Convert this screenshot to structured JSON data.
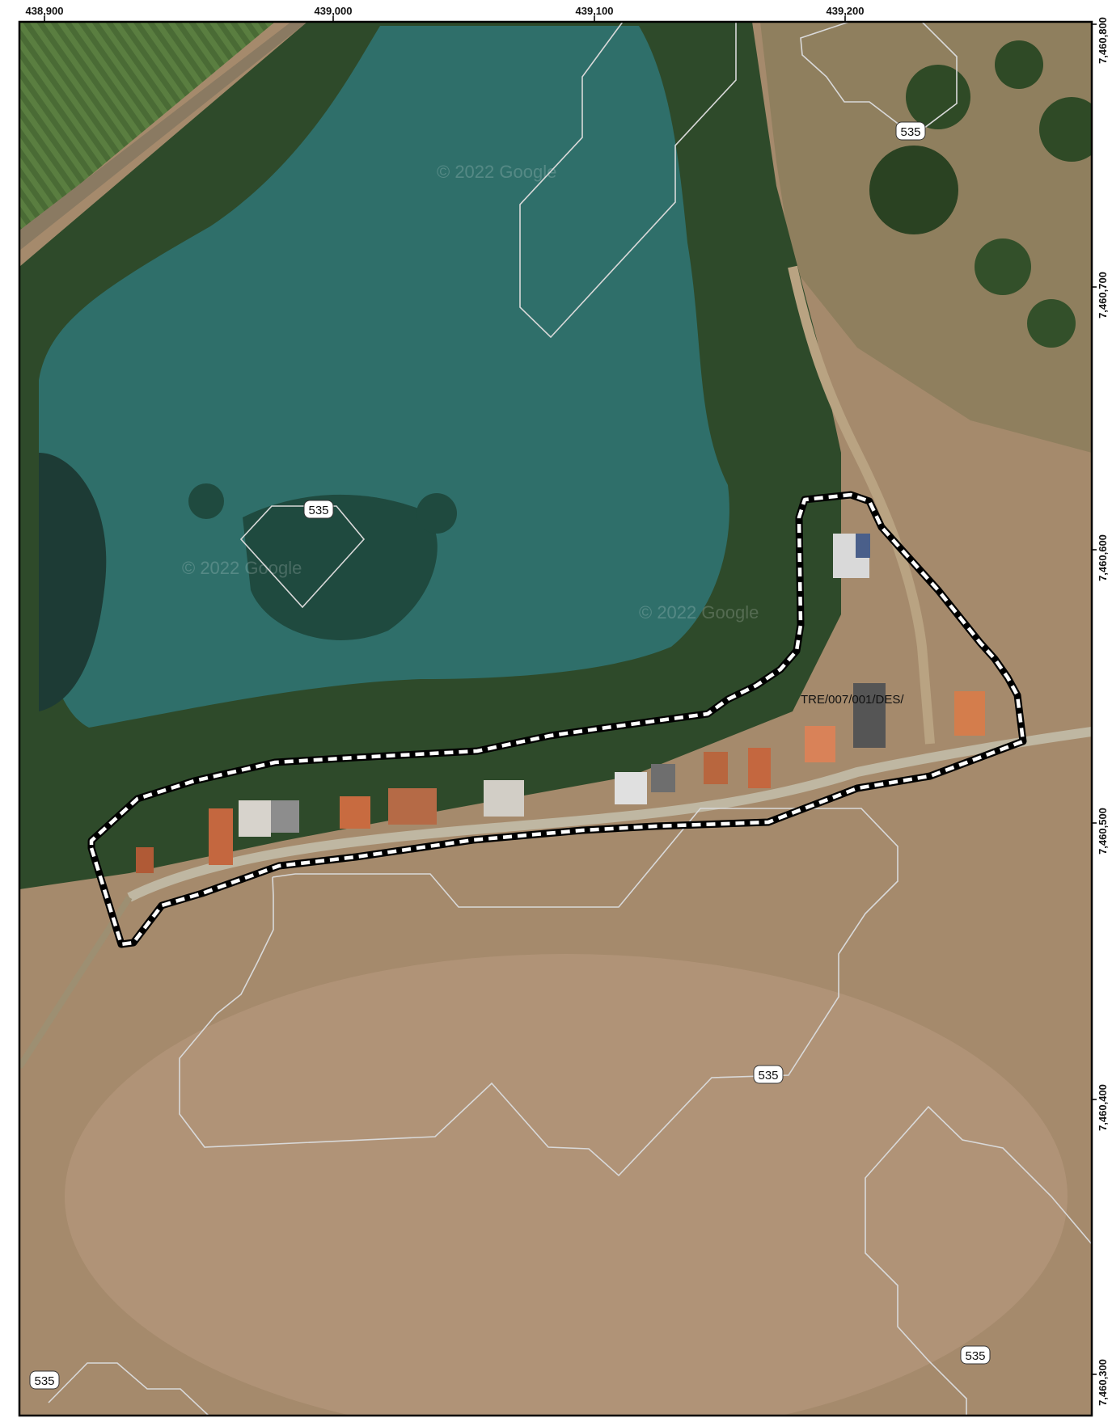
{
  "map": {
    "x_ticks": [
      "438,900",
      "439,000",
      "439,100",
      "439,200"
    ],
    "y_ticks": [
      "7,460,800",
      "7,460,700",
      "7,460,600",
      "7,460,500",
      "7,460,400",
      "7,460,300"
    ],
    "contour_labels": [
      "535",
      "535",
      "535",
      "535",
      "535"
    ],
    "site_label": "TRE/007/001/DES/",
    "watermark": "© 2022 Google",
    "colors": {
      "water": "#2f6f6a",
      "vegetation": "#2e4a2a",
      "grassland": "#a58a6c",
      "contour": "#d9d9d9",
      "boundary": "#ffffff",
      "frame": "#000000"
    }
  }
}
